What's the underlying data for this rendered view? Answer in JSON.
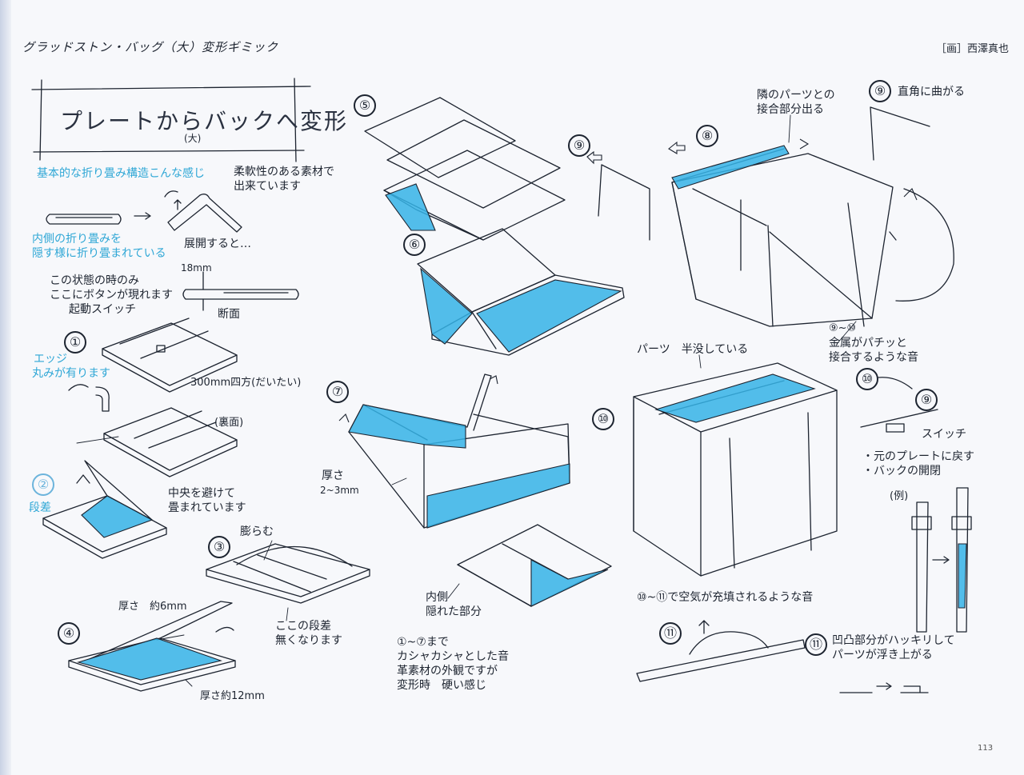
{
  "header": {
    "title": "グラッドストン・バッグ（大）変形ギミック",
    "credit": "［画］西澤真也"
  },
  "banner": {
    "text": "プレートからバックへ変形",
    "sub": "(大)"
  },
  "notes": {
    "basic_fold": "基本的な折り畳み構造こんな感じ",
    "flexible_1": "柔軟性のある素材で",
    "flexible_2": "出来ています",
    "inner_fold_1": "内側の折り畳みを",
    "inner_fold_2": "隠す様に折り畳まれている",
    "unfold": "展開すると…",
    "button_1": "この状態の時のみ",
    "button_2": "ここにボタンが現れます",
    "button_3": "起動スイッチ",
    "dim_18": "18mm",
    "section": "断面",
    "edge_1": "エッジ",
    "edge_2": "丸みが有ります",
    "size_300": "300mm四方(だいたい)",
    "back_side": "(裏面)",
    "step": "段差",
    "center_1": "中央を避けて",
    "center_2": "畳まれています",
    "bulge": "膨らむ",
    "thick_6": "厚さ　約6mm",
    "step_gone_1": "ここの段差",
    "step_gone_2": "無くなります",
    "thick_12": "厚さ約12mm",
    "thick_2_3_a": "厚さ",
    "thick_2_3_b": "2~3mm",
    "inner_1": "内側",
    "inner_2": "隠れた部分",
    "sound_1": "①~⑦まで",
    "sound_2": "カシャカシャとした音",
    "sound_3": "革素材の外観ですが",
    "sound_4": "変形時　硬い感じ",
    "joint_1": "隣のパーツとの",
    "joint_2": "接合部分出る",
    "right_angle": "直角に曲がる",
    "metal_0": "⑨~⑩",
    "metal_1": "金属がパチッと",
    "metal_2": "接合するような音",
    "half_sunk": "パーツ　半没している",
    "switch": "スイッチ",
    "back_plate": "・元のプレートに戻す",
    "bag_open": "・バックの開閉",
    "example": "(例)",
    "air_fill": "⑩~⑪で空気が充填されるような音",
    "bump_1": "凹凸部分がハッキリして",
    "bump_2": "パーツが浮き上がる"
  },
  "steps": {
    "s1": "①",
    "s2": "②",
    "s3": "③",
    "s4": "④",
    "s5": "⑤",
    "s6": "⑥",
    "s7": "⑦",
    "s8": "⑧",
    "s9": "⑨",
    "s10": "⑩",
    "s11": "⑪"
  },
  "page_number": "113",
  "colors": {
    "ink": "#1d2430",
    "cyan_fill": "#35b3e6",
    "cyan_text": "#2fa7d6",
    "paper": "#f7f8fb"
  }
}
